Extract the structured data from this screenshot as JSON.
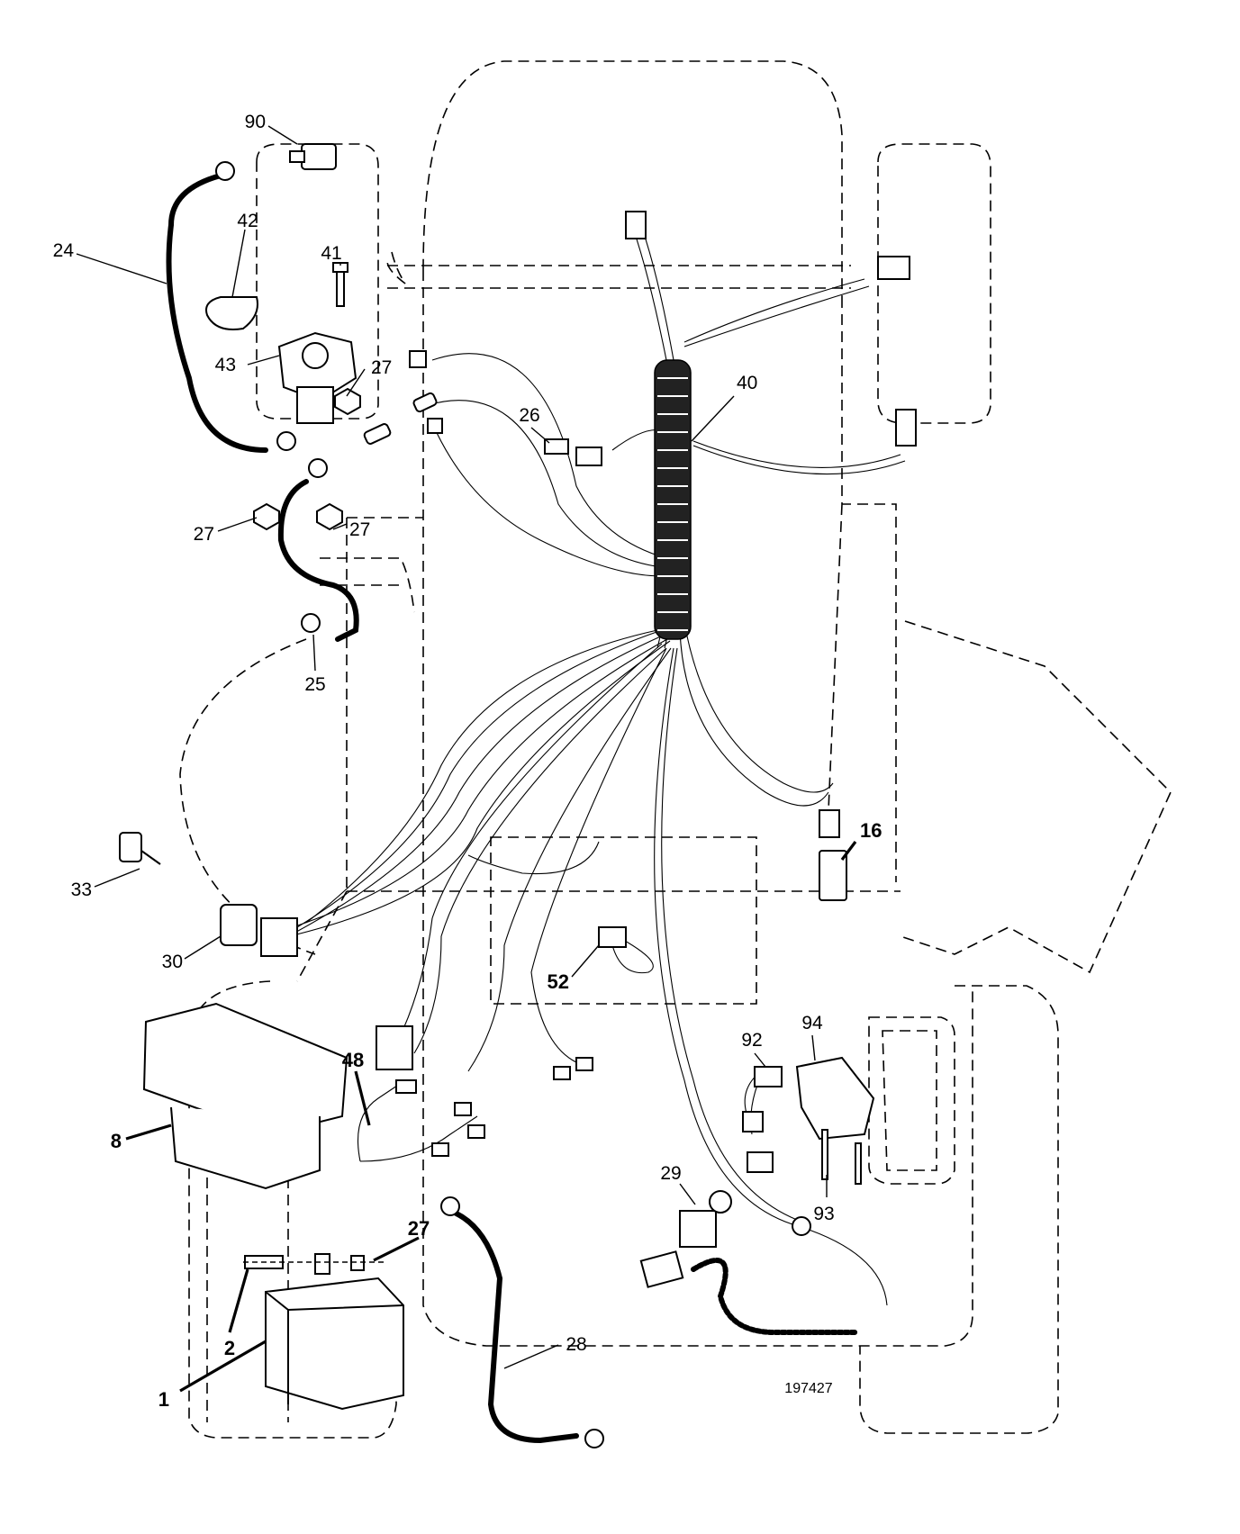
{
  "part_labels": [
    "90",
    "24",
    "42",
    "41",
    "43",
    "27",
    "27",
    "27",
    "25",
    "40",
    "26",
    "16",
    "33",
    "30",
    "52",
    "8",
    "48",
    "92",
    "94",
    "93",
    "29",
    "27",
    "2",
    "1",
    "28"
  ],
  "drawing_number": "197427"
}
